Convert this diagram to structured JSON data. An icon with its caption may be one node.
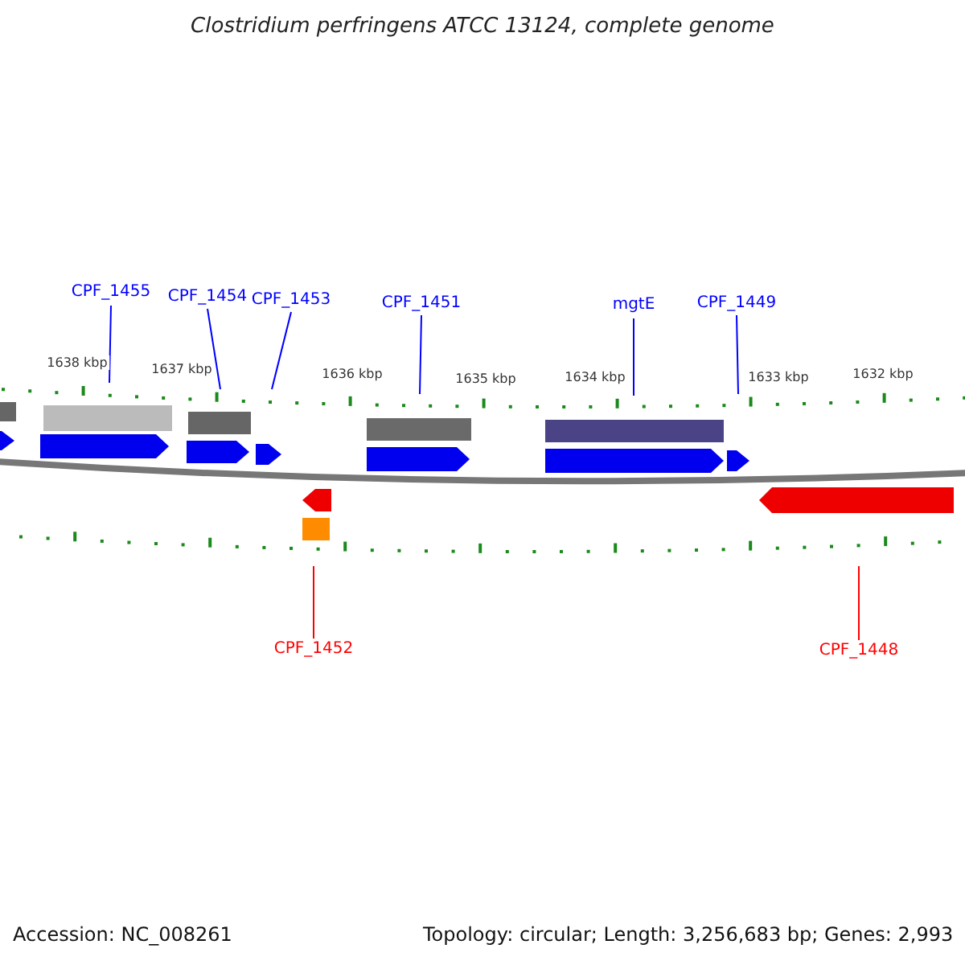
{
  "diagram": {
    "title": "Clostridium perfringens ATCC 13124, complete genome",
    "nodes": [
      {
        "text": [
          "CPF_1455"
        ]
      },
      {
        "text": [
          "CPF_1454"
        ]
      },
      {
        "text": [
          "CPF_1453"
        ]
      },
      {
        "text": [
          "CPF_1451"
        ]
      },
      {
        "text": [
          "mgtE"
        ]
      },
      {
        "text": [
          "CPF_1449"
        ]
      },
      {
        "text": [
          "CPF_1452"
        ]
      },
      {
        "text": [
          "CPF_1448"
        ]
      }
    ],
    "edges": [
      {
        "from": 0,
        "to": null,
        "arrow": "none"
      },
      {
        "from": 1,
        "to": null,
        "arrow": "none"
      },
      {
        "from": 2,
        "to": null,
        "arrow": "none"
      },
      {
        "from": 3,
        "to": null,
        "arrow": "none"
      },
      {
        "from": 4,
        "to": null,
        "arrow": "none"
      },
      {
        "from": 5,
        "to": null,
        "arrow": "none"
      },
      {
        "from": 6,
        "to": null,
        "arrow": "none",
        "color": "#ff0000"
      },
      {
        "from": 7,
        "to": null,
        "arrow": "none",
        "color": "#ff0000"
      }
    ],
    "labels": [
      "1638 kbp",
      "1637 kbp",
      "1636 kbp",
      "1635 kbp",
      "1634 kbp",
      "1633 kbp",
      "1632 kbp",
      "Accession: NC_008261",
      "Topology: circular; Length: 3,256,683 bp; Genes: 2,993"
    ]
  }
}
